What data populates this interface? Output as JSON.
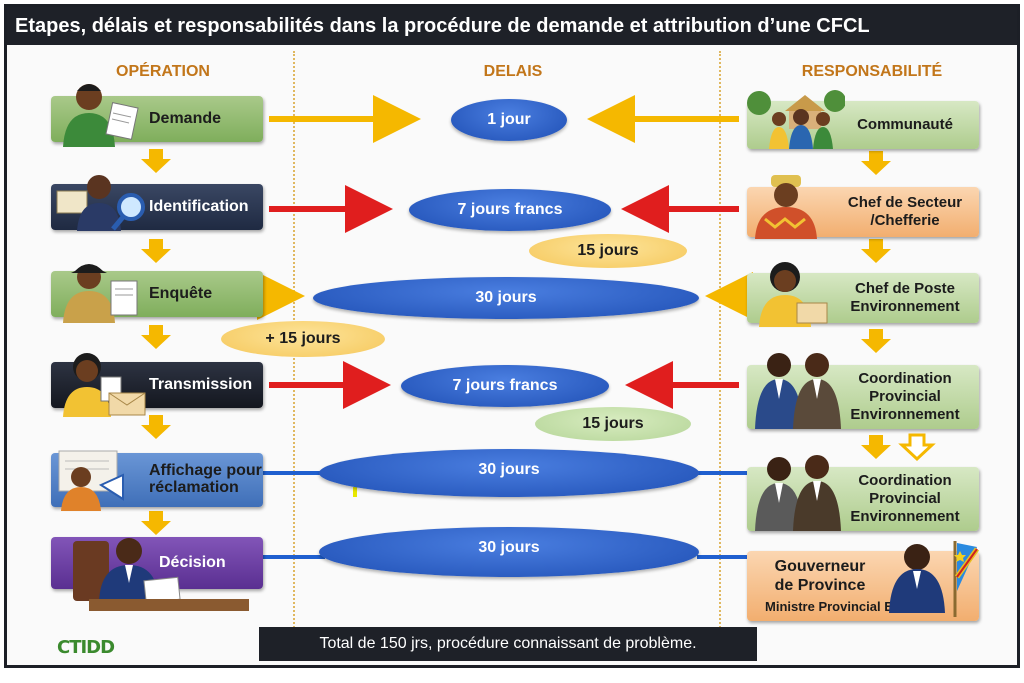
{
  "title": "Etapes, délais et responsabilités dans la procédure de demande et attribution d’une CFCL",
  "headers": {
    "operation": "OPÉRATION",
    "delais": "DELAIS",
    "responsabilite": "RESPONSABILITÉ"
  },
  "operations": [
    {
      "label": "Demande"
    },
    {
      "label": "Identification"
    },
    {
      "label": "Enquête"
    },
    {
      "label": "Transmission"
    },
    {
      "label": "Affichage pour réclamation"
    },
    {
      "label": "Décision"
    }
  ],
  "delays": [
    {
      "label": "1 jour"
    },
    {
      "label": "7 jours francs"
    },
    {
      "label": "30 jours"
    },
    {
      "label": "7 jours francs"
    },
    {
      "label": "30 jours"
    },
    {
      "label": "30 jours"
    }
  ],
  "extra_delays": [
    {
      "label": "15 jours"
    },
    {
      "label": "+ 15 jours"
    },
    {
      "label": "15 jours"
    }
  ],
  "responsibilities": [
    {
      "label": "Communauté"
    },
    {
      "label": "Chef de Secteur /Chefferie"
    },
    {
      "label": "Chef de Poste Environnement"
    },
    {
      "label": "Coordination Provincial Environnement"
    },
    {
      "label": "Coordination Provincial Environnement"
    },
    {
      "label": "Gouverneur de Province",
      "sub": "Ministre Provincial Env."
    }
  ],
  "footer": {
    "total": "Total de 150 jrs, procédure connaissant de problème.",
    "logo": "CTIDD"
  },
  "colors": {
    "arrow_yellow": "#f5b800",
    "arrow_red": "#e01e1e",
    "ellipse_blue": "#1f4fb4",
    "line_blue": "#1f5fcf"
  }
}
